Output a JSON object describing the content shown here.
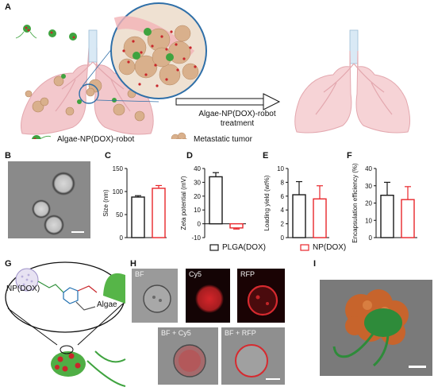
{
  "panel_labels": {
    "a": "A",
    "b": "B",
    "c": "C",
    "d": "D",
    "e": "E",
    "f": "F",
    "g": "G",
    "h": "H",
    "i": "I"
  },
  "schematic": {
    "arrow_text_line1": "Algae-NP(DOX)-robot",
    "arrow_text_line2": "treatment",
    "legend_robot": "Algae-NP(DOX)-robot",
    "legend_tumor": "Metastatic tumor"
  },
  "legend": {
    "series_1": "PLGA(DOX)",
    "series_2": "NP(DOX)"
  },
  "colors": {
    "series_1": "#1a1a1a",
    "series_2": "#e8262b",
    "lung": "#f3c8cc",
    "tumor": "#d9b08c",
    "algae": "#3fa33f",
    "np": "#c9262b"
  },
  "chart_data": [
    {
      "type": "bar",
      "panel": "C",
      "ylabel": "Size (nm)",
      "ylim": [
        0,
        150
      ],
      "yticks": [
        0,
        50,
        100,
        150
      ],
      "series": [
        {
          "name": "PLGA(DOX)",
          "values": [
            88
          ],
          "err": [
            3
          ]
        },
        {
          "name": "NP(DOX)",
          "values": [
            107
          ],
          "err": [
            6
          ]
        }
      ]
    },
    {
      "type": "bar",
      "panel": "D",
      "ylabel": "Zeta potential (mV)",
      "ylim": [
        -10,
        40
      ],
      "yticks": [
        -10,
        0,
        10,
        20,
        30,
        40
      ],
      "series": [
        {
          "name": "PLGA(DOX)",
          "values": [
            34
          ],
          "err": [
            3
          ]
        },
        {
          "name": "NP(DOX)",
          "values": [
            -3
          ],
          "err": [
            0.8
          ]
        }
      ]
    },
    {
      "type": "bar",
      "panel": "E",
      "ylabel": "Loading yield (wt%)",
      "ylim": [
        0,
        10
      ],
      "yticks": [
        0,
        2,
        4,
        6,
        8,
        10
      ],
      "series": [
        {
          "name": "PLGA(DOX)",
          "values": [
            6.2
          ],
          "err": [
            1.9
          ]
        },
        {
          "name": "NP(DOX)",
          "values": [
            5.6
          ],
          "err": [
            1.9
          ]
        }
      ]
    },
    {
      "type": "bar",
      "panel": "F",
      "ylabel": "Encapsulation efficiency (%)",
      "ylim": [
        0,
        40
      ],
      "yticks": [
        0,
        10,
        20,
        30,
        40
      ],
      "series": [
        {
          "name": "PLGA(DOX)",
          "values": [
            24.5
          ],
          "err": [
            7.5
          ]
        },
        {
          "name": "NP(DOX)",
          "values": [
            22
          ],
          "err": [
            7.5
          ]
        }
      ]
    }
  ],
  "panel_g": {
    "np_label": "NP(DOX)",
    "algae_label": "Algae"
  },
  "panel_h": {
    "bf": "BF",
    "cy5": "Cy5",
    "rfp": "RFP",
    "bf_cy5": "BF + Cy5",
    "bf_rfp": "BF + RFP"
  }
}
